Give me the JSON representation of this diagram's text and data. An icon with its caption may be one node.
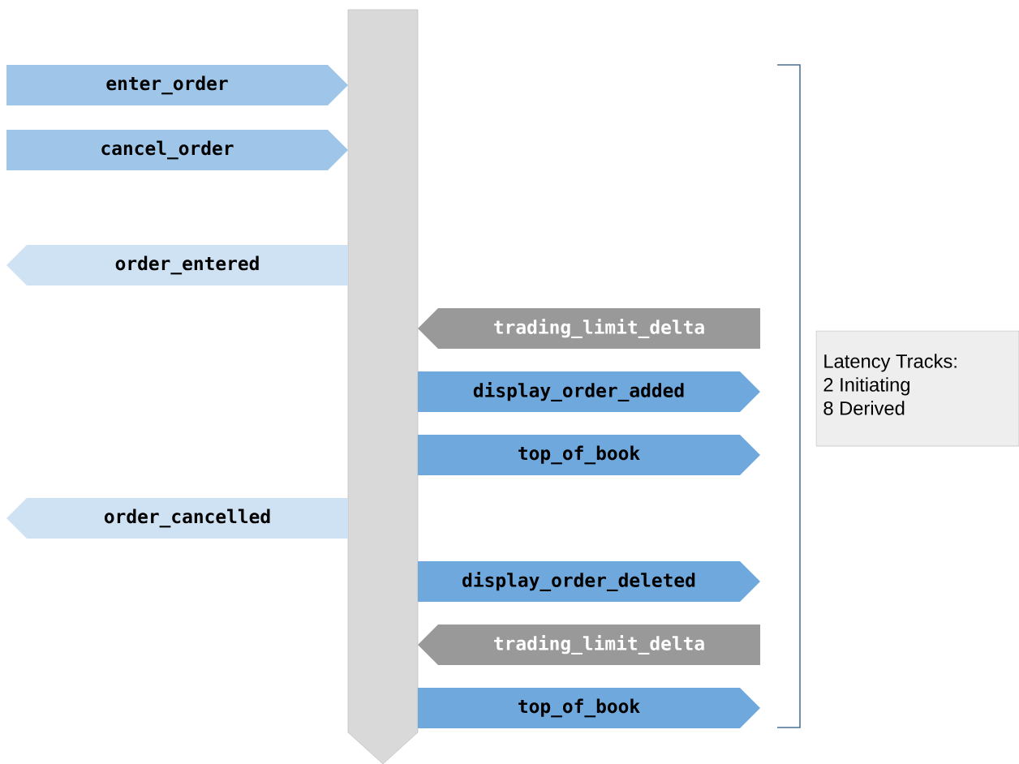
{
  "diagram": {
    "nodes": [
      {
        "text": [],
        "shape": "bar"
      },
      {
        "text": [
          "enter_order"
        ]
      },
      {
        "text": [
          "cancel_order"
        ]
      },
      {
        "text": [
          "order_entered"
        ]
      },
      {
        "text": [
          "trading_limit_delta"
        ]
      },
      {
        "text": [
          "display_order_added"
        ]
      },
      {
        "text": [
          "top_of_book"
        ]
      },
      {
        "text": [
          "order_cancelled"
        ]
      },
      {
        "text": [
          "display_order_deleted"
        ]
      },
      {
        "text": [
          "trading_limit_delta"
        ]
      },
      {
        "text": [
          "top_of_book"
        ]
      },
      {
        "text": [
          "Latency Tracks:",
          "2 Initiating",
          "8 Derived"
        ]
      }
    ]
  }
}
